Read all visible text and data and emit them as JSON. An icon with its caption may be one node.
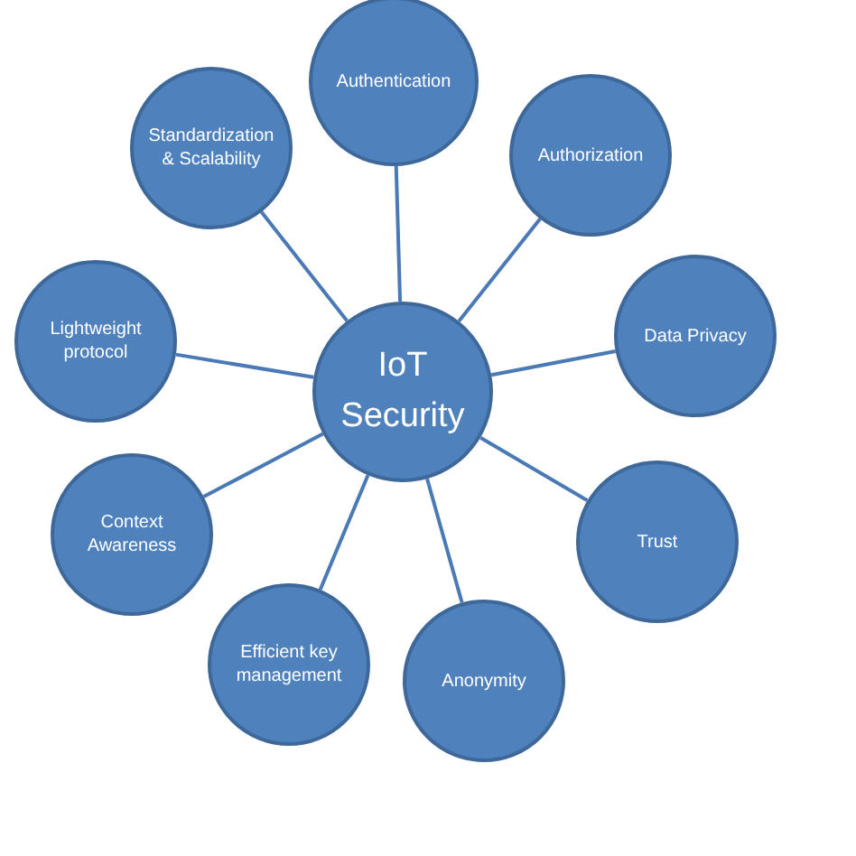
{
  "diagram": {
    "nodes": [
      {
        "text": [
          "IoT Security"
        ]
      },
      {
        "text": [
          "Authentication"
        ]
      },
      {
        "text": [
          "Authorization"
        ]
      },
      {
        "text": [
          "Data Privacy"
        ]
      },
      {
        "text": [
          "Trust"
        ]
      },
      {
        "text": [
          "Anonymity"
        ]
      },
      {
        "text": [
          "Efficient key management"
        ]
      },
      {
        "text": [
          "Context Awareness"
        ]
      },
      {
        "text": [
          "Lightweight protocol"
        ]
      },
      {
        "text": [
          "Standardization & Scalability"
        ]
      }
    ],
    "edges": [
      {
        "from": 0,
        "to": 1,
        "arrow": "none"
      },
      {
        "from": 0,
        "to": 2,
        "arrow": "none"
      },
      {
        "from": 0,
        "to": 3,
        "arrow": "none"
      },
      {
        "from": 0,
        "to": 4,
        "arrow": "none"
      },
      {
        "from": 0,
        "to": 5,
        "arrow": "none"
      },
      {
        "from": 0,
        "to": 6,
        "arrow": "none"
      },
      {
        "from": 0,
        "to": 7,
        "arrow": "none"
      },
      {
        "from": 0,
        "to": 8,
        "arrow": "none"
      },
      {
        "from": 0,
        "to": 9,
        "arrow": "none"
      }
    ]
  }
}
